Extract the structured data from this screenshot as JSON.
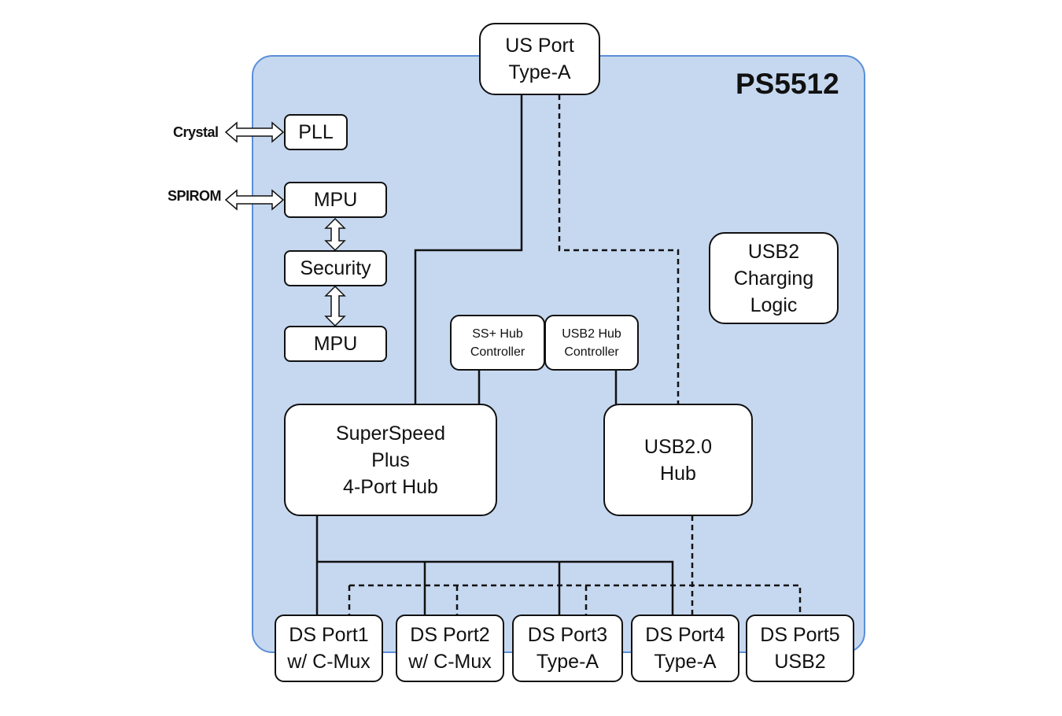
{
  "chip_name": "PS5512",
  "external": {
    "crystal": "Crystal",
    "spirom": "SPIROM"
  },
  "blocks": {
    "us_port": "US Port\nType-A",
    "pll": "PLL",
    "mpu_top": "MPU",
    "security": "Security",
    "mpu_bottom": "MPU",
    "usb2_charging": "USB2\nCharging\nLogic",
    "ss_hub_controller": "SS+ Hub\nController",
    "usb2_hub_controller": "USB2 Hub\nController",
    "superspeed_hub": "SuperSpeed\nPlus\n4-Port Hub",
    "usb2_hub": "USB2.0\nHub"
  },
  "ds_ports": [
    "DS Port1\nw/ C-Mux",
    "DS Port2\nw/ C-Mux",
    "DS Port3\nType-A",
    "DS Port4\nType-A",
    "DS Port5\nUSB2"
  ],
  "colors": {
    "chip_fill": "#c6d8f0",
    "chip_border": "#5b8fd9",
    "line": "#111111"
  }
}
